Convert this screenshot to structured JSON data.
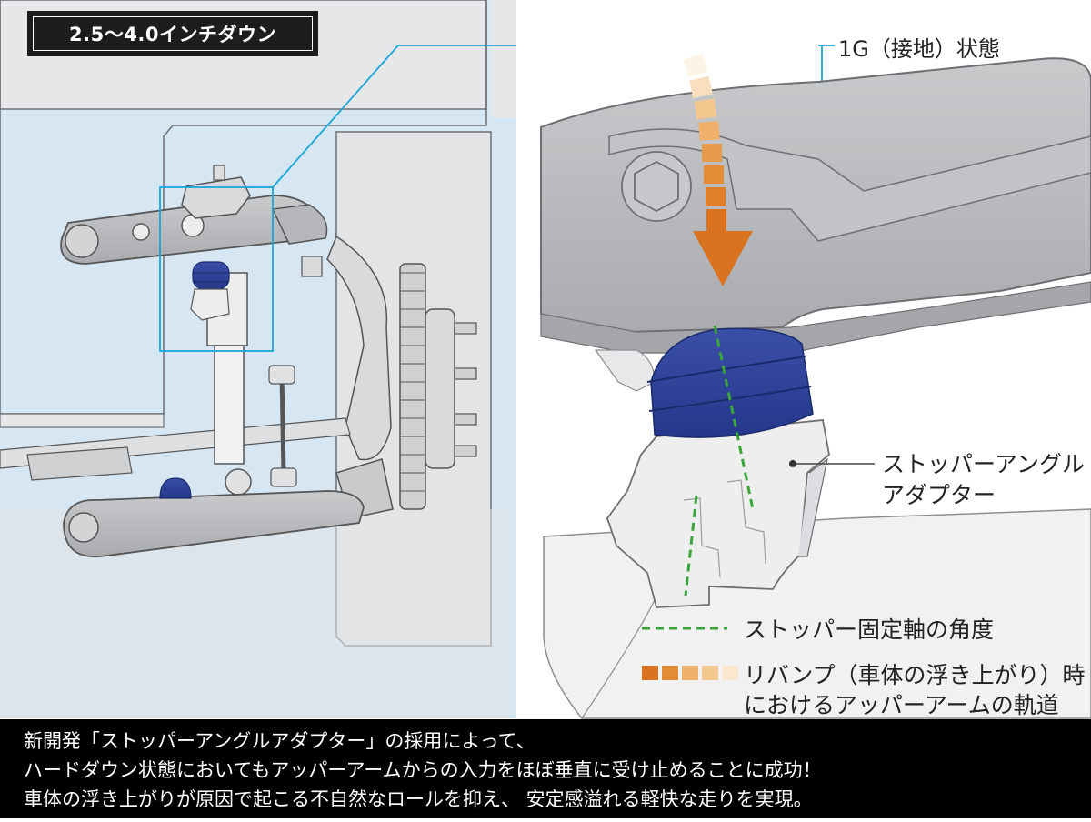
{
  "badge": {
    "label": "2.5〜4.0インチダウン"
  },
  "callouts": {
    "load_state": "1G（接地）状態",
    "adapter_line1": "ストッパーアングル",
    "adapter_line2": "アダプター"
  },
  "legend": {
    "dashed_line": "ストッパー固定軸の角度",
    "arc_line1": "リバンプ（車体の浮き上がり）時",
    "arc_line2": "におけるアッパーアームの軌道"
  },
  "footer": {
    "lines": [
      "新開発「ストッパーアングルアダプター」の採用によって、",
      "ハードダウン状態においてもアッパーアームからの入力をほぼ垂直に受け止めることに成功！",
      "車体の浮き上がりが原因で起こる不自然なロールを抑え、 安定感溢れる軽快な走りを実現。"
    ]
  },
  "colors": {
    "stopper_blue": "#2a3d93",
    "arrow_orange": "#d9731f",
    "callout_cyan": "#1aa6d6",
    "axis_green": "#3aa53a",
    "arm_gray": "#b7b9bc"
  }
}
